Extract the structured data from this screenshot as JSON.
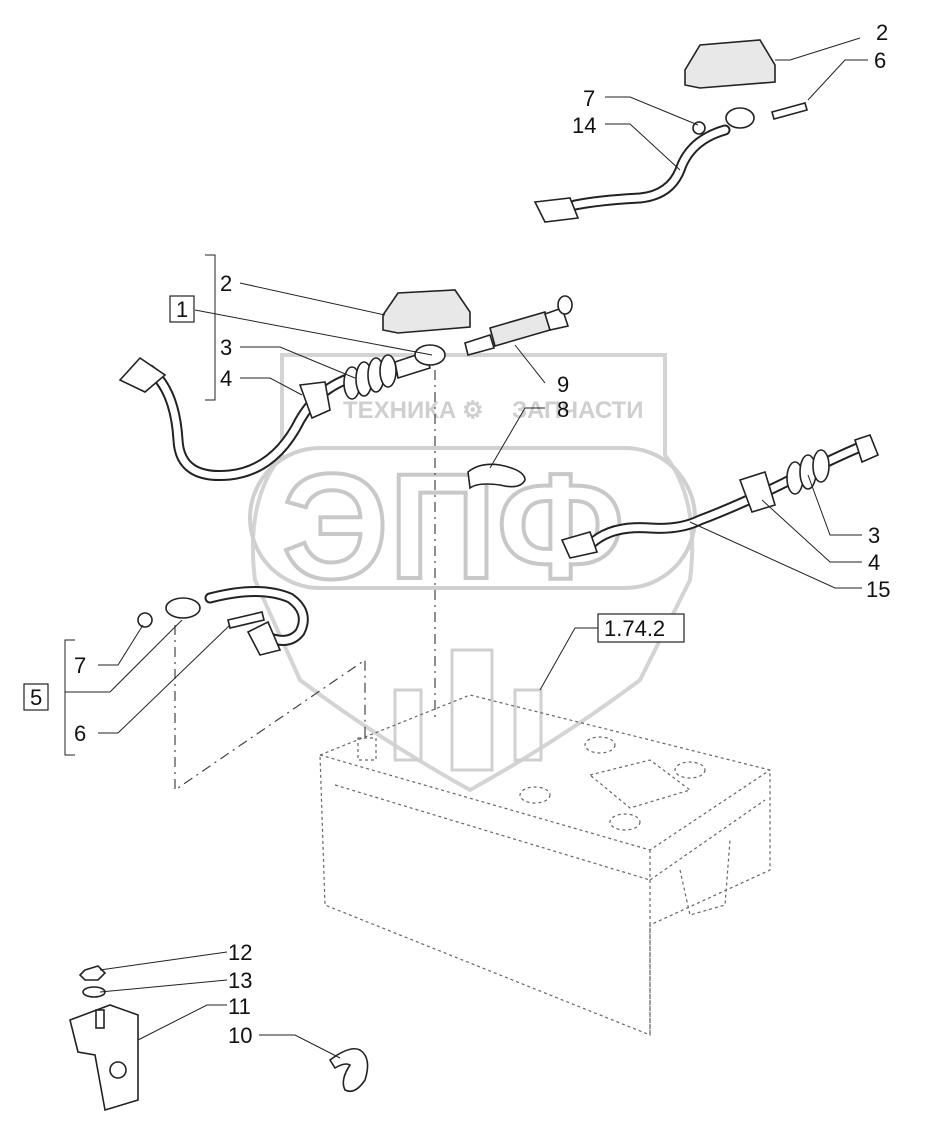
{
  "watermark": {
    "line1_left": "ТЕХНИКА",
    "line1_right": "ЗАПЧАСТИ",
    "logo_letters": "ЭПФ"
  },
  "callouts": {
    "top_2": "2",
    "top_6": "6",
    "top_7": "7",
    "top_14": "14",
    "group1_box": "1",
    "group1_2": "2",
    "group1_3": "3",
    "group1_4": "4",
    "label_9": "9",
    "label_8": "8",
    "right_3": "3",
    "right_4": "4",
    "right_15": "15",
    "ref_box": "1.74.2",
    "group5_box": "5",
    "group5_7": "7",
    "group5_6": "6",
    "bottom_12": "12",
    "bottom_13": "13",
    "bottom_11": "11",
    "bottom_10": "10"
  }
}
